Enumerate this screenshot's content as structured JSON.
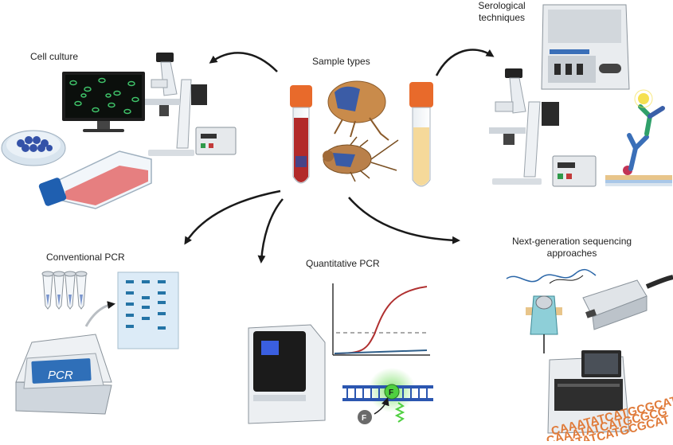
{
  "labels": {
    "sample_types": "Sample types",
    "cell_culture": "Cell culture",
    "serological_line1": "Serological",
    "serological_line2": "techniques",
    "conventional_pcr": "Conventional PCR",
    "quantitative_pcr": "Quantitative PCR",
    "ngs_line1": "Next-generation sequencing",
    "ngs_line2": "approaches"
  },
  "device_text": {
    "pcr_machine": "PCR",
    "fluor_probe": "F",
    "fluor_released": "F"
  },
  "sequence_lines": [
    "CAAATATCATGCGCAT",
    "CAAATATCATGCGCG",
    "CAAATATCATGCGCAT"
  ],
  "colors": {
    "arrow": "#1a1a1a",
    "tube_cap": "#e86a2b",
    "blood": "#b22a2a",
    "serum": "#f5d99a",
    "qpcr_curve_red": "#b03030",
    "qpcr_curve_blue": "#2f5f8a",
    "sequence_text": "#e07b3a"
  },
  "icons": [
    "microscope-icon",
    "monitor-icon",
    "petri-dish-icon",
    "culture-flask-icon",
    "blood-tube-icon",
    "serum-tube-icon",
    "flea-icon",
    "louse-icon",
    "elisa-reader-icon",
    "antibody-icon",
    "pcr-tubes-icon",
    "gel-icon",
    "pcr-machine-icon",
    "qpcr-machine-icon",
    "dna-probe-icon",
    "nanopore-icon",
    "minion-icon",
    "sequencer-icon"
  ]
}
